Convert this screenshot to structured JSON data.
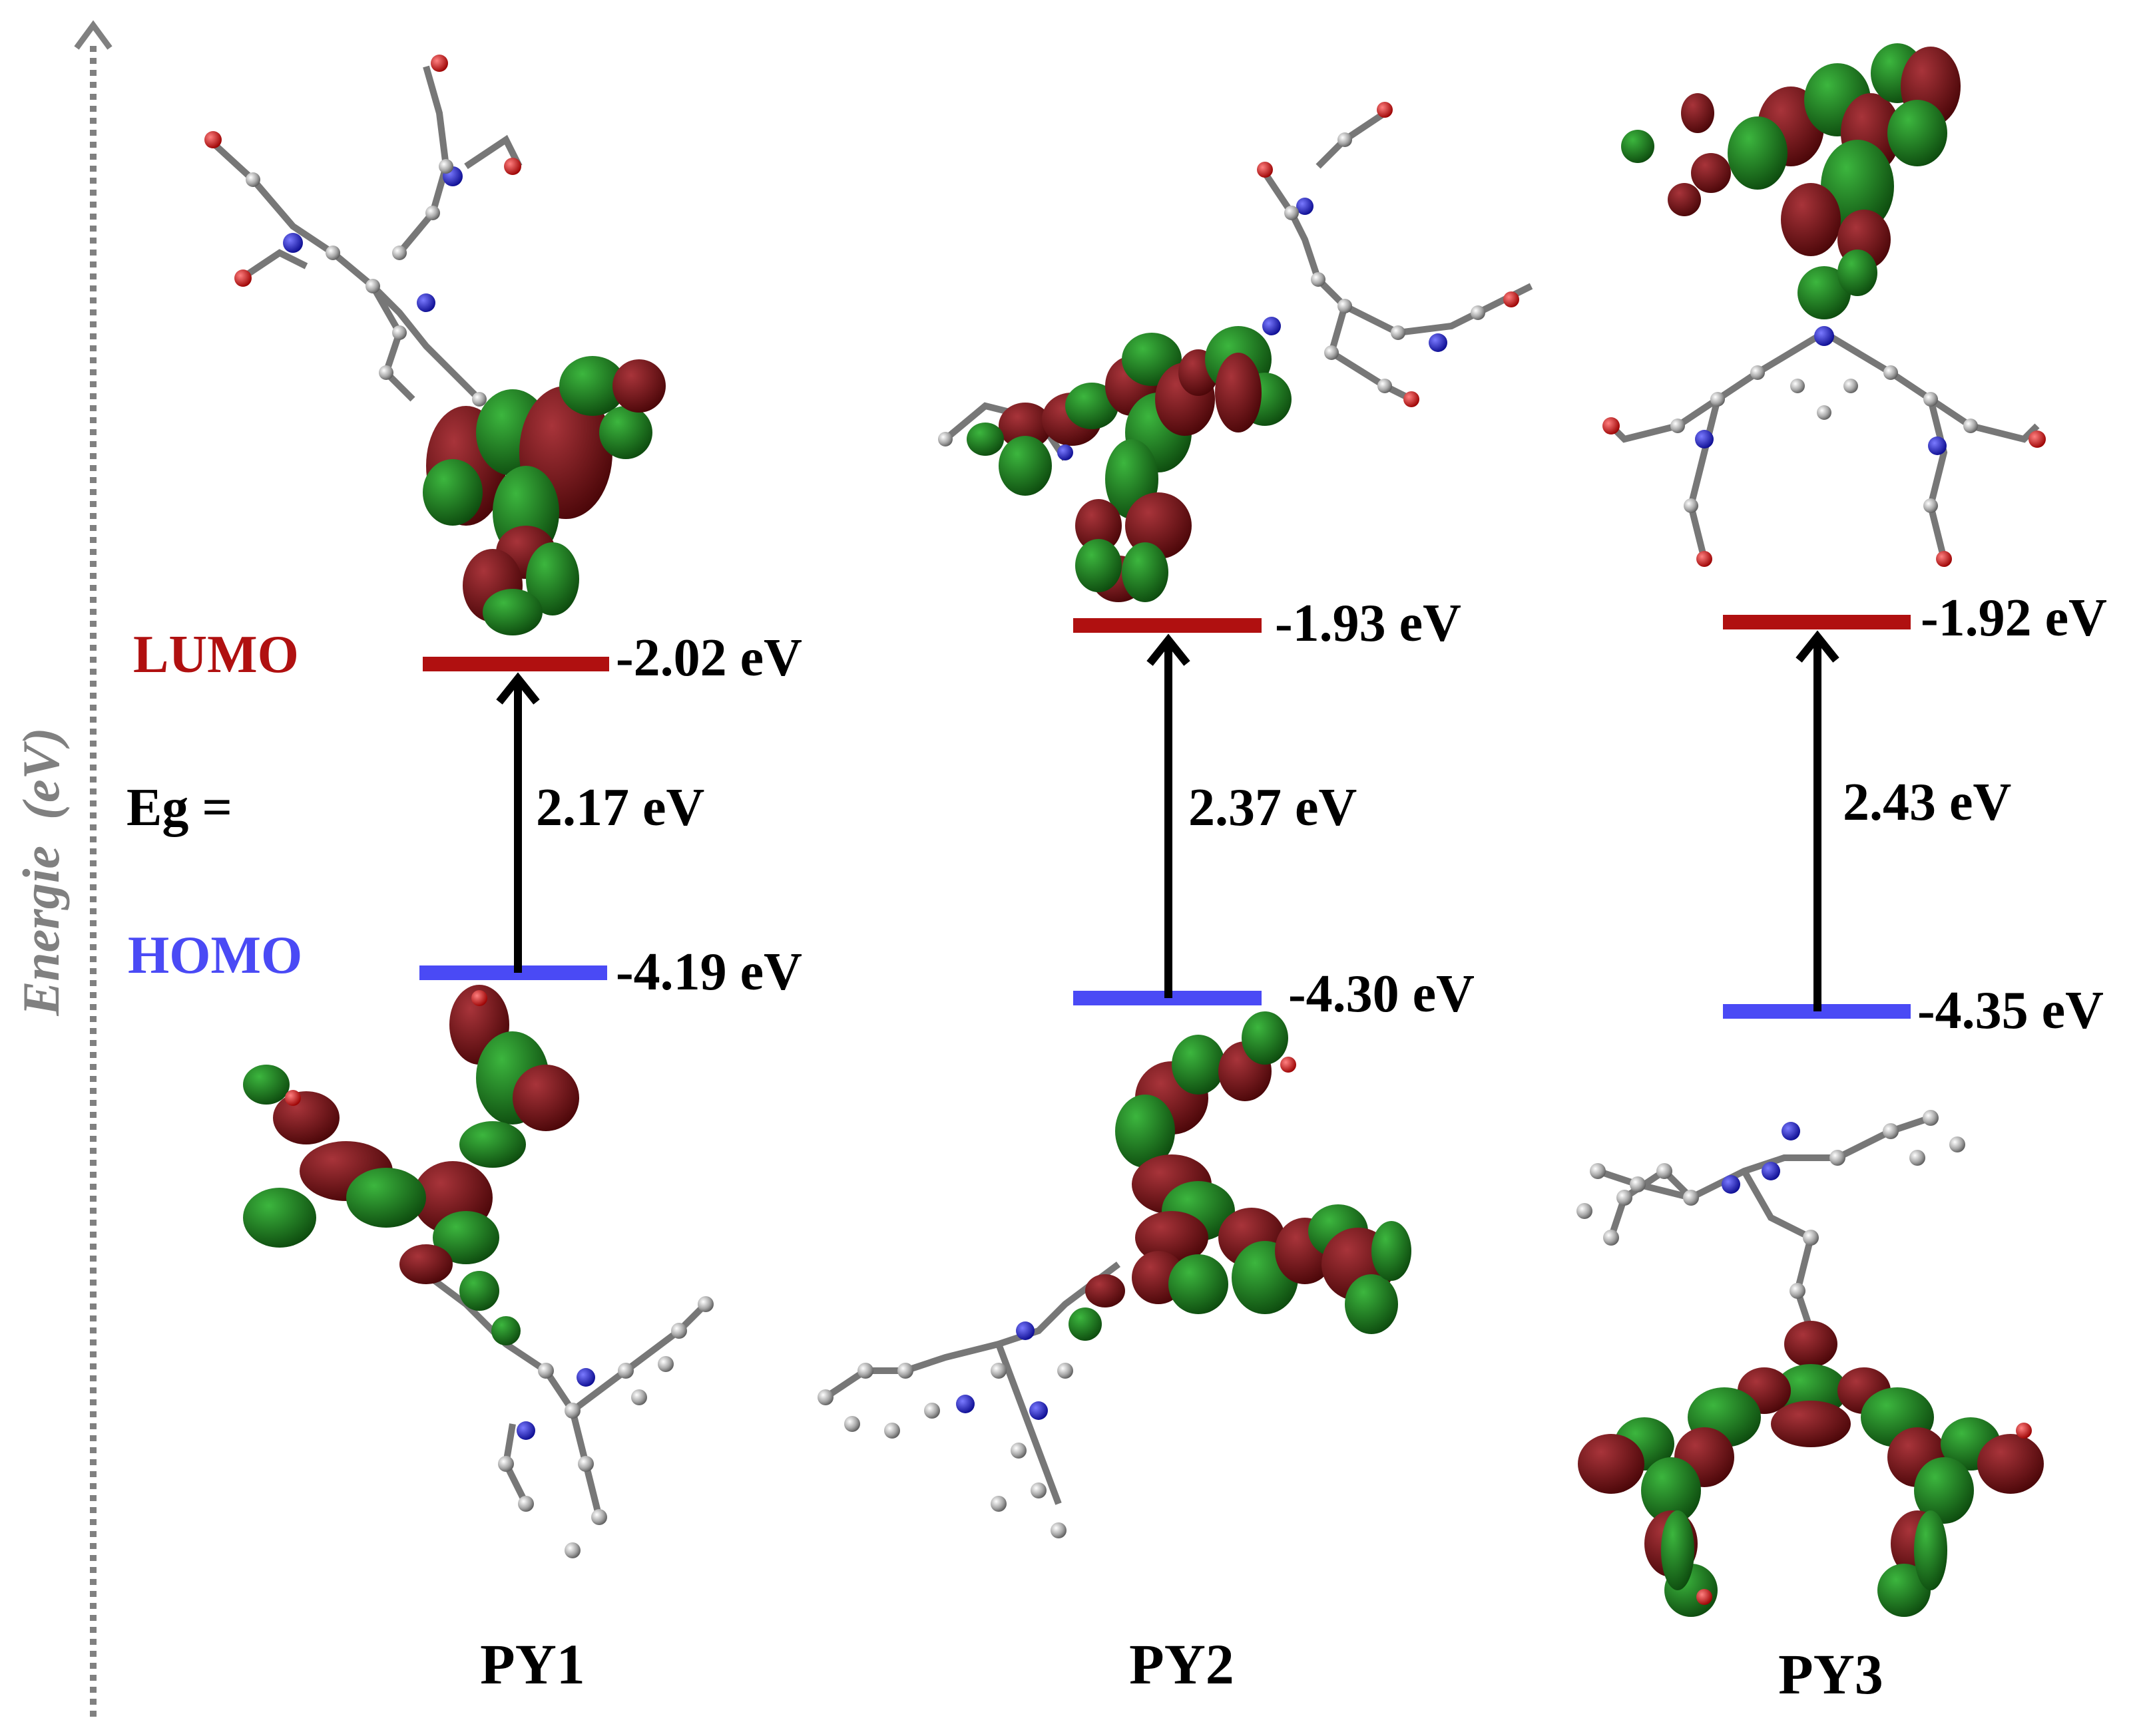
{
  "axis": {
    "label": "Energie  (eV)",
    "color": "#808080"
  },
  "legend": {
    "lumo_label": "LUMO",
    "homo_label": "HOMO",
    "eg_label": "Eg ="
  },
  "colors": {
    "lumo": "#b01010",
    "homo": "#4a4af5",
    "arrow": "#000000",
    "orbital_red": "#6e0f14",
    "orbital_green": "#1d7a1f",
    "atom_c": "#9a9a9a",
    "atom_n": "#1515c8",
    "atom_o": "#d01010"
  },
  "molecules": [
    {
      "name": "PY1",
      "lumo": "-2.02 eV",
      "homo": "-4.19 eV",
      "gap": "2.17 eV",
      "lumo_ev": -2.02,
      "homo_ev": -4.19,
      "gap_ev": 2.17
    },
    {
      "name": "PY2",
      "lumo": "-1.93 eV",
      "homo": "-4.30 eV",
      "gap": "2.37 eV",
      "lumo_ev": -1.93,
      "homo_ev": -4.3,
      "gap_ev": 2.37
    },
    {
      "name": "PY3",
      "lumo": "-1.92 eV",
      "homo": "-4.35 eV",
      "gap": "2.43 eV",
      "lumo_ev": -1.92,
      "homo_ev": -4.35,
      "gap_ev": 2.43
    }
  ]
}
